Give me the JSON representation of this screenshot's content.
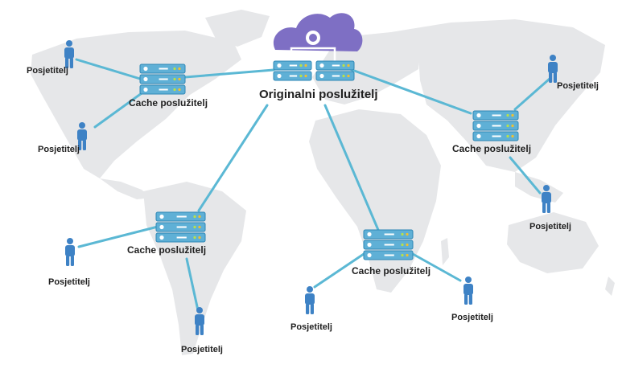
{
  "diagram": {
    "origin": {
      "label": "Originalni poslužitelj"
    },
    "cache_label": "Cache poslužitelj",
    "visitor_label": "Posjetitelj",
    "colors": {
      "map": "#e6e7e9",
      "link": "#5bb8d4",
      "server": "#5fb0d6",
      "server_dark": "#2f87b5",
      "person": "#3e82c5",
      "cloud": "#7e6fc4",
      "led_green": "#b7e04b",
      "led_yellow": "#f2c12e"
    },
    "icons": [
      "cloud-icon",
      "server-rack-icon",
      "person-icon",
      "world-map-background"
    ]
  }
}
